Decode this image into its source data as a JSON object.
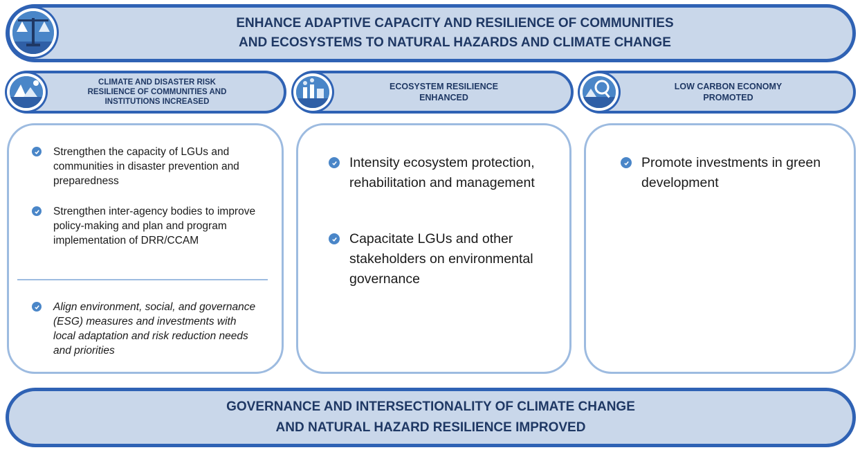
{
  "header": {
    "icon": "balance-scale-icon",
    "title_line1": "ENHANCE ADAPTIVE CAPACITY AND RESILIENCE OF COMMUNITIES",
    "title_line2": "AND ECOSYSTEMS TO NATURAL HAZARDS AND CLIMATE CHANGE"
  },
  "columns": [
    {
      "icon": "iceberg-landscape-icon",
      "heading_line1": "CLIMATE AND DISASTER RISK",
      "heading_line2": "RESILIENCE OF COMMUNITIES AND",
      "heading_line3": "INSTITUTIONS INCREASED",
      "items": [
        "Strengthen the capacity of LGUs and communities in disaster prevention and preparedness",
        "Strengthen inter-agency bodies to improve policy-making and plan and program implementation of DRR/CCAM",
        "Align environment, social, and governance (ESG) measures and investments with local adaptation and risk reduction needs and priorities"
      ]
    },
    {
      "icon": "factory-ecosystem-icon",
      "heading_line1": "ECOSYSTEM RESILIENCE",
      "heading_line2": "ENHANCED",
      "items": [
        "Intensity ecosystem protection, rehabilitation and management",
        "Capacitate LGUs and other stakeholders on environmental governance"
      ]
    },
    {
      "icon": "magnifier-landscape-icon",
      "heading_line1": "LOW CARBON ECONOMY",
      "heading_line2": "PROMOTED",
      "items": [
        "Promote investments in green development"
      ]
    }
  ],
  "footer": {
    "title_line1": "GOVERNANCE AND INTERSECTIONALITY OF CLIMATE CHANGE",
    "title_line2": "AND NATURAL HAZARD RESILIENCE IMPROVED"
  },
  "colors": {
    "banner_fill": "#c9d7ea",
    "banner_border": "#2f62b4",
    "heading_text": "#1f3864",
    "check_fill": "#4a86c8",
    "card_border": "#9dbbe0"
  }
}
